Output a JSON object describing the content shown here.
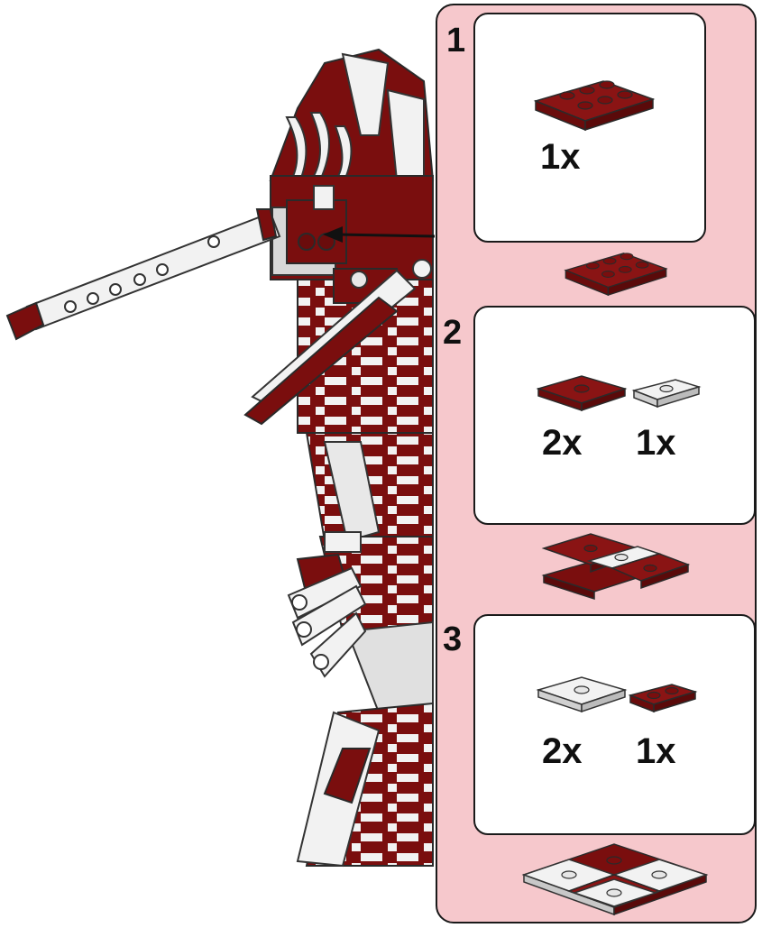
{
  "steps": [
    {
      "number": "1",
      "parts": [
        {
          "qty": "1x",
          "color": "dark red",
          "part": "plate 2x3"
        }
      ]
    },
    {
      "number": "2",
      "parts": [
        {
          "qty": "2x",
          "color": "dark red",
          "part": "tile 2x2 with stud"
        },
        {
          "qty": "1x",
          "color": "white",
          "part": "jumper plate 1x2"
        }
      ]
    },
    {
      "number": "3",
      "parts": [
        {
          "qty": "2x",
          "color": "white",
          "part": "tile 2x2 with stud"
        },
        {
          "qty": "1x",
          "color": "dark red",
          "part": "plate 1x2"
        }
      ]
    }
  ],
  "colors": {
    "panel": "#f6c8cc",
    "dark_red": "#7a0e0e",
    "white": "#f2f2f2",
    "border": "#1a1a1a"
  }
}
